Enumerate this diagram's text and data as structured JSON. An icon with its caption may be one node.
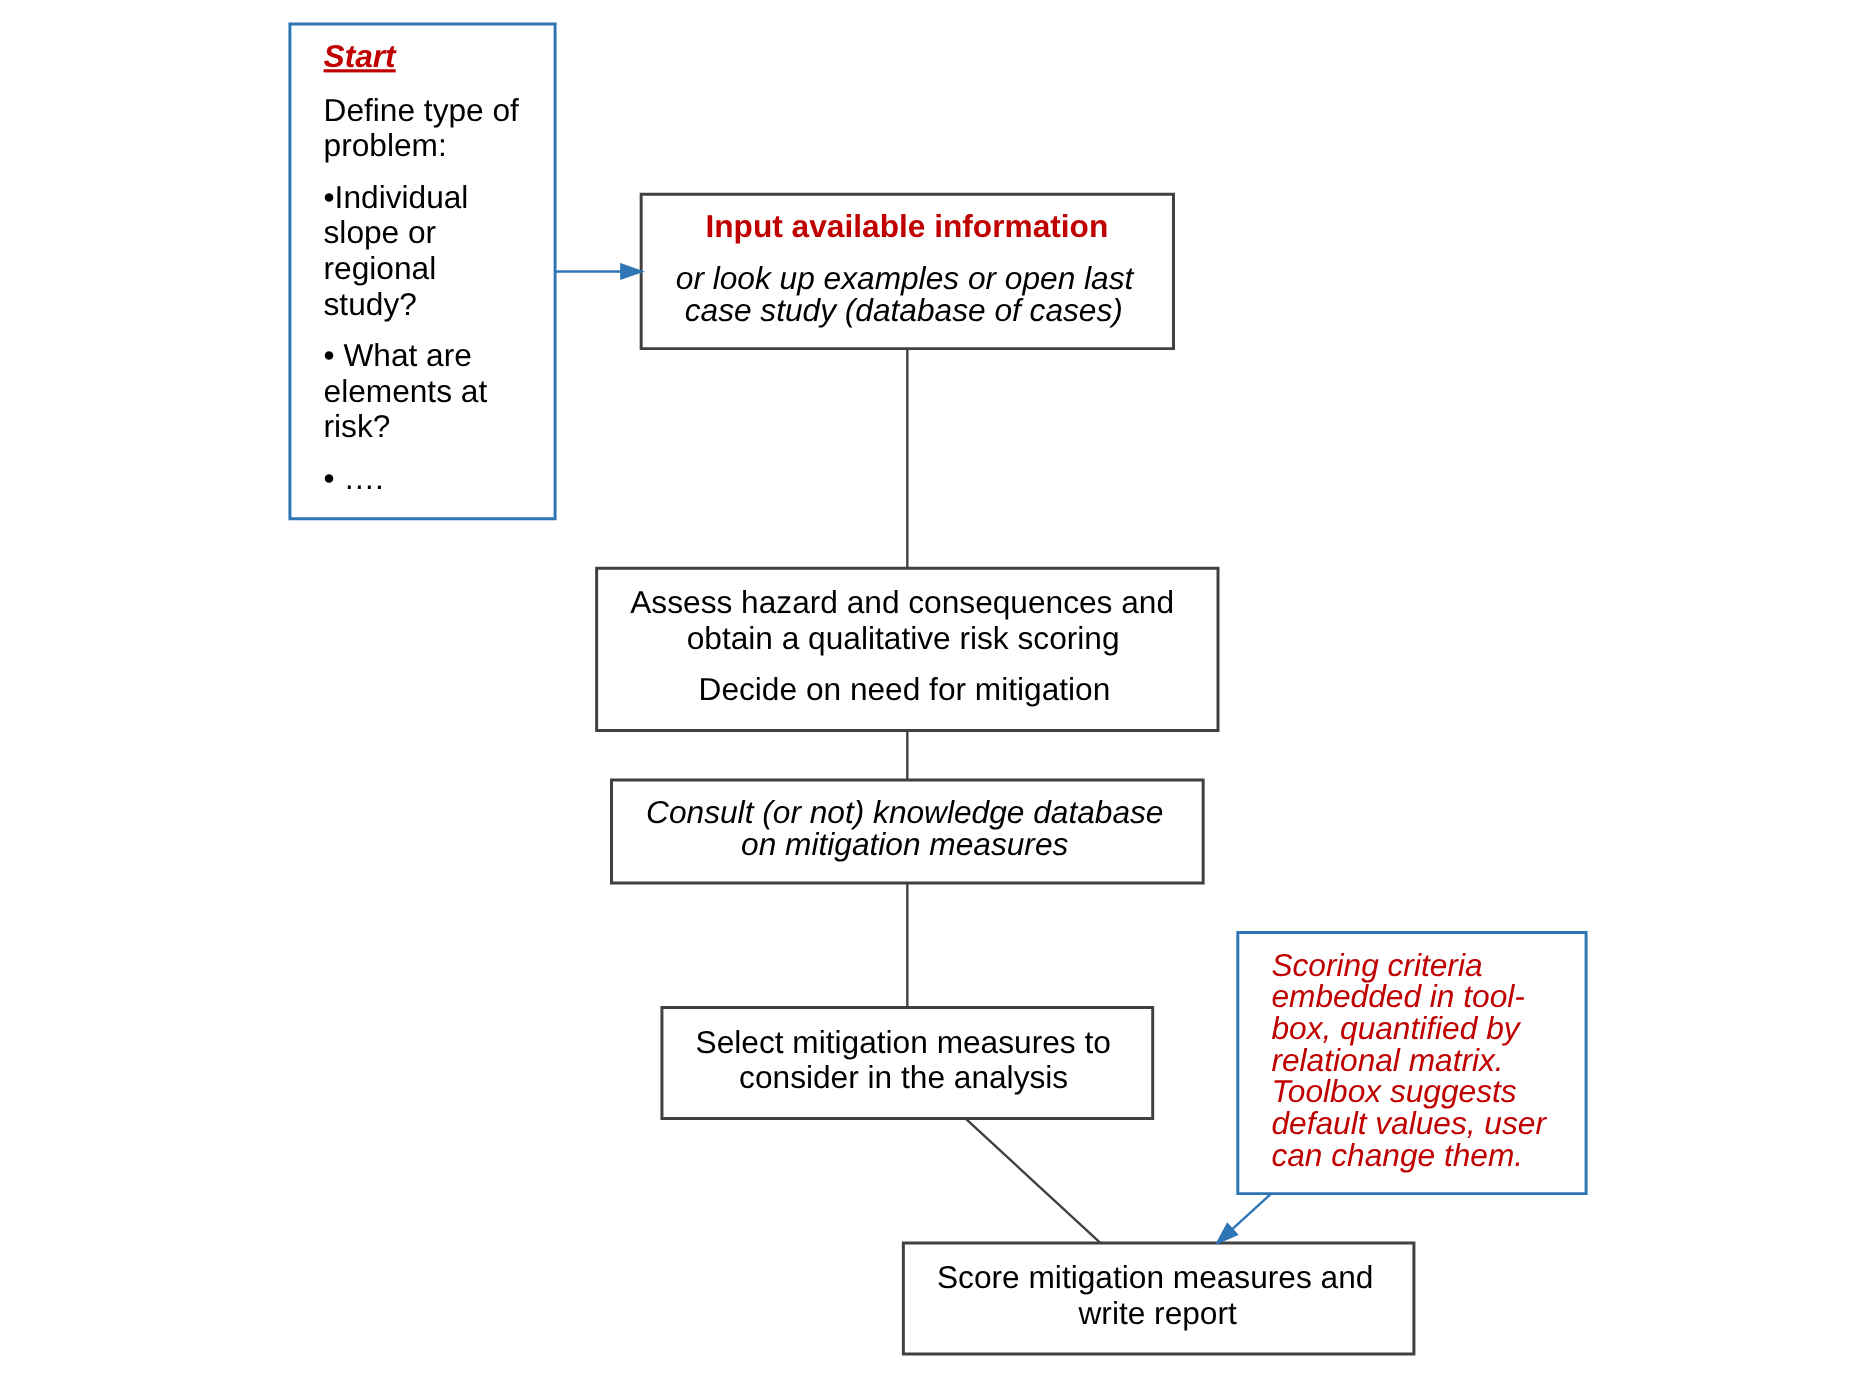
{
  "diagram": {
    "nodes": [
      {
        "text": [
          "Start",
          "Define type of problem:",
          "•Individual slope or regional study?",
          "• What are elements at risk?",
          "• …."
        ]
      },
      {
        "text": [
          "Input available information",
          "or look up examples or open last case study (database of cases)"
        ]
      },
      {
        "text": [
          "Assess hazard and consequences and obtain a qualitative risk scoring",
          "Decide on need for mitigation"
        ]
      },
      {
        "text": [
          "Consult (or not) knowledge database on mitigation measures"
        ]
      },
      {
        "text": [
          "Select mitigation measures to consider in the analysis"
        ]
      },
      {
        "text": [
          "Score mitigation measures and write report"
        ]
      },
      {
        "text": [
          "Scoring criteria embedded in tool-box, quantified by relational matrix. Toolbox suggests default values, user can change them."
        ]
      }
    ],
    "edges": [
      {
        "from": 0,
        "to": 1,
        "arrow": "to",
        "color": "#2e75b6"
      },
      {
        "from": 1,
        "to": 2,
        "arrow": "none"
      },
      {
        "from": 2,
        "to": 3,
        "arrow": "none"
      },
      {
        "from": 3,
        "to": 4,
        "arrow": "none"
      },
      {
        "from": 4,
        "to": 5,
        "arrow": "none"
      },
      {
        "from": 6,
        "to": 5,
        "arrow": "to",
        "color": "#2e75b6"
      }
    ]
  }
}
